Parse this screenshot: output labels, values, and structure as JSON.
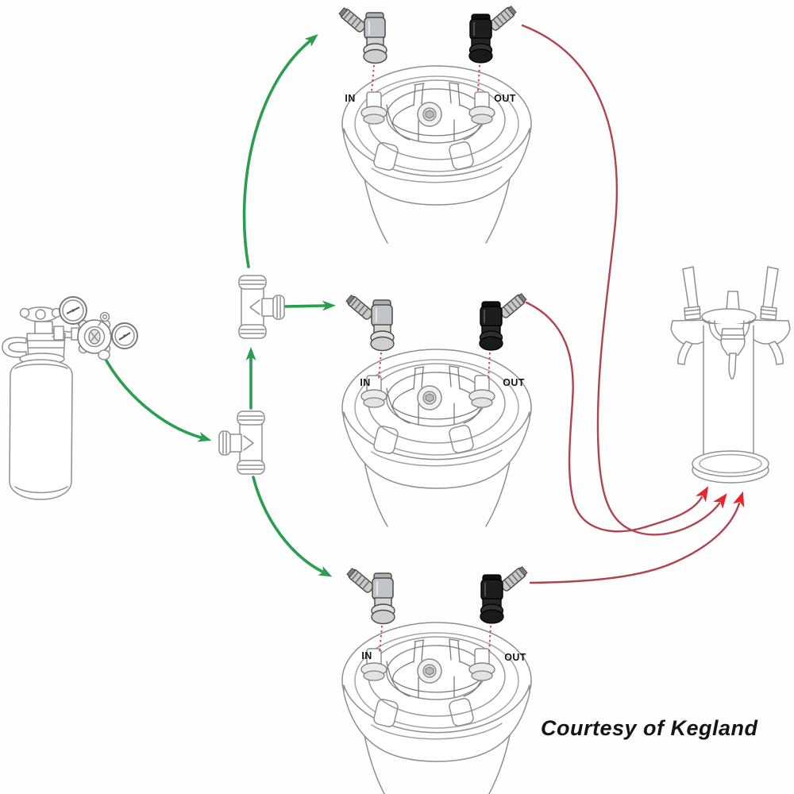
{
  "diagram": {
    "credit": "Courtesy of Kegland",
    "kegs": [
      {
        "name": "keg-top",
        "in_label": "IN",
        "out_label": "OUT"
      },
      {
        "name": "keg-middle",
        "in_label": "IN",
        "out_label": "OUT"
      },
      {
        "name": "keg-bottom",
        "in_label": "IN",
        "out_label": "OUT"
      }
    ],
    "colors": {
      "gas_line_green": "#2a9d4e",
      "beer_line_red": "#b04350",
      "arrowhead_red": "#e8252c",
      "dotted_connector_red": "#d04a52",
      "line_art_gray": "#8f8f8f",
      "disconnect_gray": "#c2c5c8",
      "disconnect_black": "#1d1d1d",
      "text_black": "#141414"
    }
  }
}
